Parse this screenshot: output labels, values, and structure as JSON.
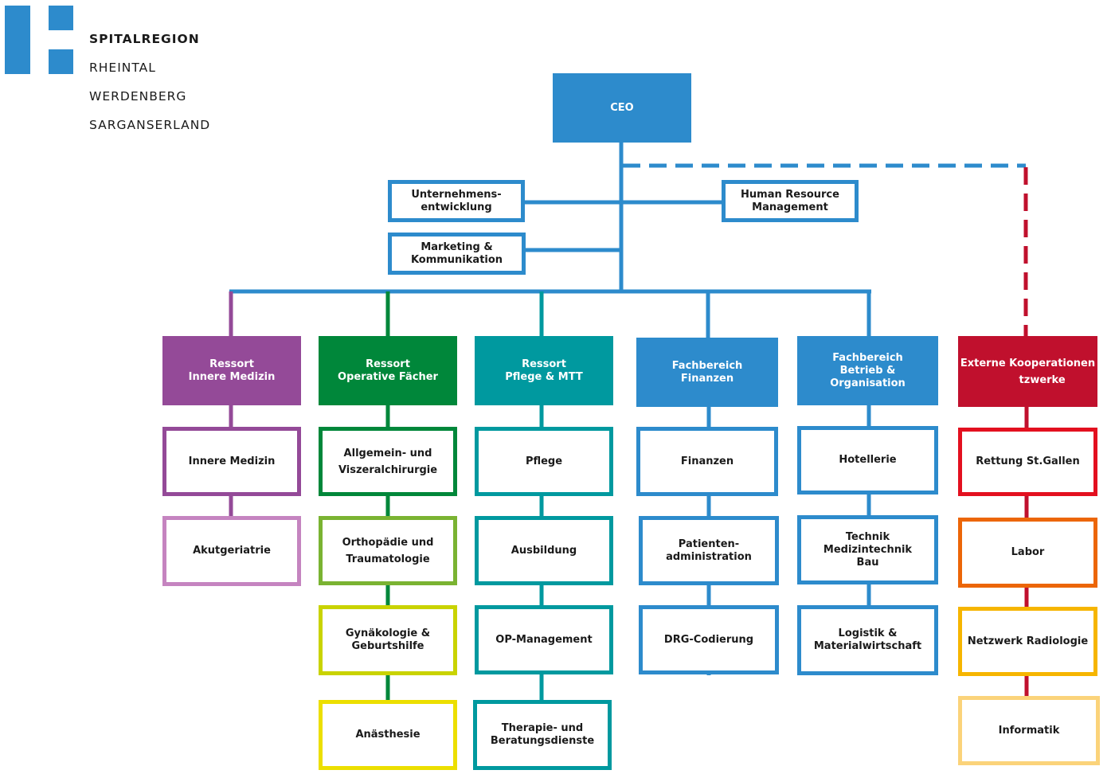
{
  "logo": {
    "line1": "SPITALREGION",
    "line2": "RHEINTAL",
    "line3": "WERDENBERG",
    "line4": "SARGANSERLAND"
  },
  "colors": {
    "blue": "#2d8bcc",
    "dashed_red": "#c0102d",
    "purple": "#944a98",
    "purple_light": "#c584c0",
    "dark_green": "#00873a",
    "green": "#7ab332",
    "lime": "#c9d300",
    "yellow": "#ecdf00",
    "teal": "#00999f",
    "red": "#c0102d",
    "bright_red": "#e3101f",
    "orange": "#ec6608",
    "amber": "#f6b500",
    "light_yellow": "#fbd37a"
  },
  "top": {
    "ceo": "CEO",
    "unternehmensentwicklung": "Unternehmens-\nentwicklung",
    "hr": "Human Resource\nManagement",
    "marketing": "Marketing &\nKommunikation"
  },
  "columns": [
    {
      "header": "Ressort\nInnere Medizin",
      "items": [
        "Innere Medizin",
        "Akutgeriatrie"
      ]
    },
    {
      "header": "Ressort\nOperative Fächer",
      "items": [
        "Allgemein- und\nViszeralchirurgie",
        "Orthopädie und\nTraumatologie",
        "Gynäkologie &\nGeburtshilfe",
        "Anästhesie"
      ]
    },
    {
      "header": "Ressort\nPflege & MTT",
      "items": [
        "Pflege",
        "Ausbildung",
        "OP-Management",
        "Therapie- und\nBeratungsdienste"
      ]
    },
    {
      "header": "Fachbereich\nFinanzen",
      "items": [
        "Finanzen",
        "Patienten-\nadministration",
        "DRG-Codierung"
      ]
    },
    {
      "header": "Fachbereich\nBetrieb &\nOrganisation",
      "items": [
        "Hotellerie",
        "Technik Medizintechnik\nBau",
        "Logistik &\nMaterialwirtschaft"
      ]
    },
    {
      "header": "Externe Kooperationen\n        tzwerke",
      "items": [
        "Rettung St.Gallen",
        "Labor",
        "Netzwerk Radiologie",
        "Informatik"
      ]
    }
  ]
}
